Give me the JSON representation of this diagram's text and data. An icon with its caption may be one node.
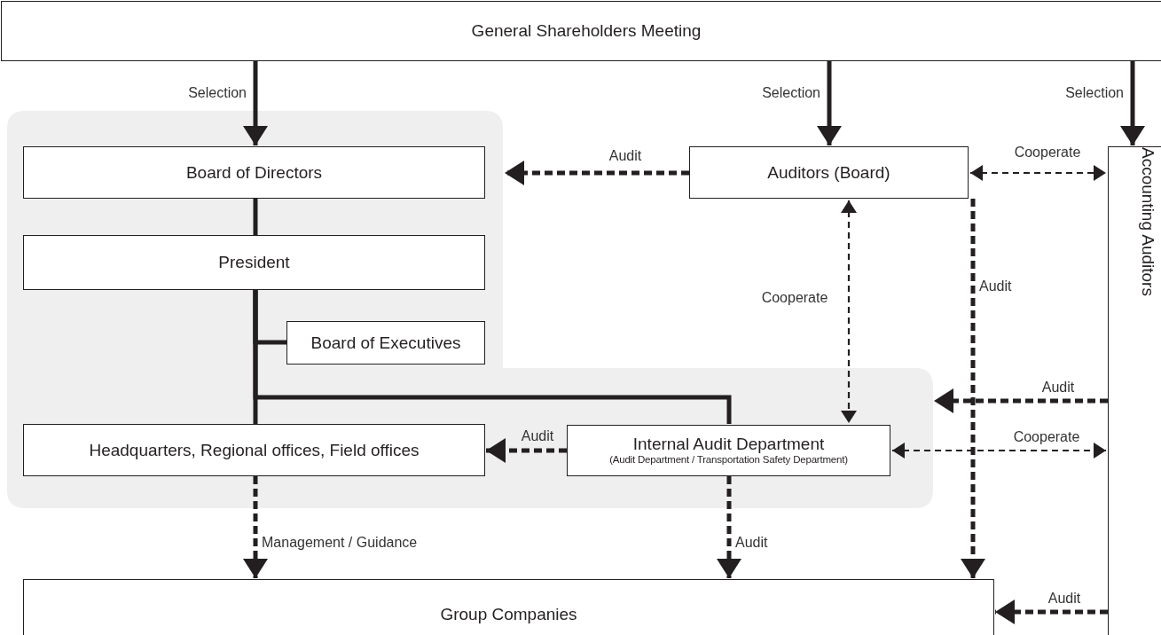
{
  "diagram": {
    "nodes": [
      {
        "text": [
          "General Shareholders Meeting"
        ]
      },
      {
        "text": [],
        "shape": "box"
      },
      {
        "text": [
          "Board of Directors"
        ],
        "in": 1
      },
      {
        "text": [
          "President"
        ],
        "in": 1
      },
      {
        "text": [
          "Board of Executives"
        ],
        "in": 1
      },
      {
        "text": [
          "Headquarters, Regional offices, Field offices"
        ],
        "in": 1
      },
      {
        "text": [
          "Internal Audit Department",
          "(Audit Department / Transportation Safety Department)"
        ],
        "in": 1
      },
      {
        "text": [
          "Auditors (Board)"
        ]
      },
      {
        "text": [
          "Accounting Auditors"
        ]
      },
      {
        "text": [
          "Group Companies"
        ]
      }
    ],
    "edges": [
      {
        "from": 0,
        "to": 2,
        "arrow": "to",
        "label": "Selection"
      },
      {
        "from": 0,
        "to": 7,
        "arrow": "to",
        "label": "Selection"
      },
      {
        "from": 0,
        "to": 8,
        "arrow": "to",
        "label": "Selection"
      },
      {
        "from": 7,
        "to": 1,
        "arrow": "to",
        "label": "Audit",
        "style": "dashed"
      },
      {
        "from": 7,
        "to": 8,
        "arrow": "both",
        "label": "Cooperate",
        "style": "dashed"
      },
      {
        "from": 2,
        "to": 3,
        "arrow": "none"
      },
      {
        "from": 3,
        "to": 4,
        "arrow": "none"
      },
      {
        "from": 3,
        "to": 5,
        "arrow": "none"
      },
      {
        "from": 3,
        "to": 6,
        "arrow": "none"
      },
      {
        "from": 7,
        "to": 6,
        "arrow": "both",
        "label": "Cooperate",
        "style": "dashed"
      },
      {
        "from": 7,
        "to": 9,
        "arrow": "to",
        "label": "Audit",
        "style": "dashed"
      },
      {
        "from": 8,
        "to": 1,
        "arrow": "to",
        "label": "Audit",
        "style": "dashed"
      },
      {
        "from": 6,
        "to": 5,
        "arrow": "to",
        "label": "Audit",
        "style": "dashed"
      },
      {
        "from": 6,
        "to": 8,
        "arrow": "both",
        "label": "Cooperate",
        "style": "dashed"
      },
      {
        "from": 5,
        "to": 9,
        "arrow": "to",
        "label": "Management / Guidance",
        "style": "dashed"
      },
      {
        "from": 6,
        "to": 9,
        "arrow": "to",
        "label": "Audit",
        "style": "dashed"
      },
      {
        "from": 8,
        "to": 9,
        "arrow": "to",
        "label": "Audit",
        "style": "dashed"
      }
    ]
  }
}
